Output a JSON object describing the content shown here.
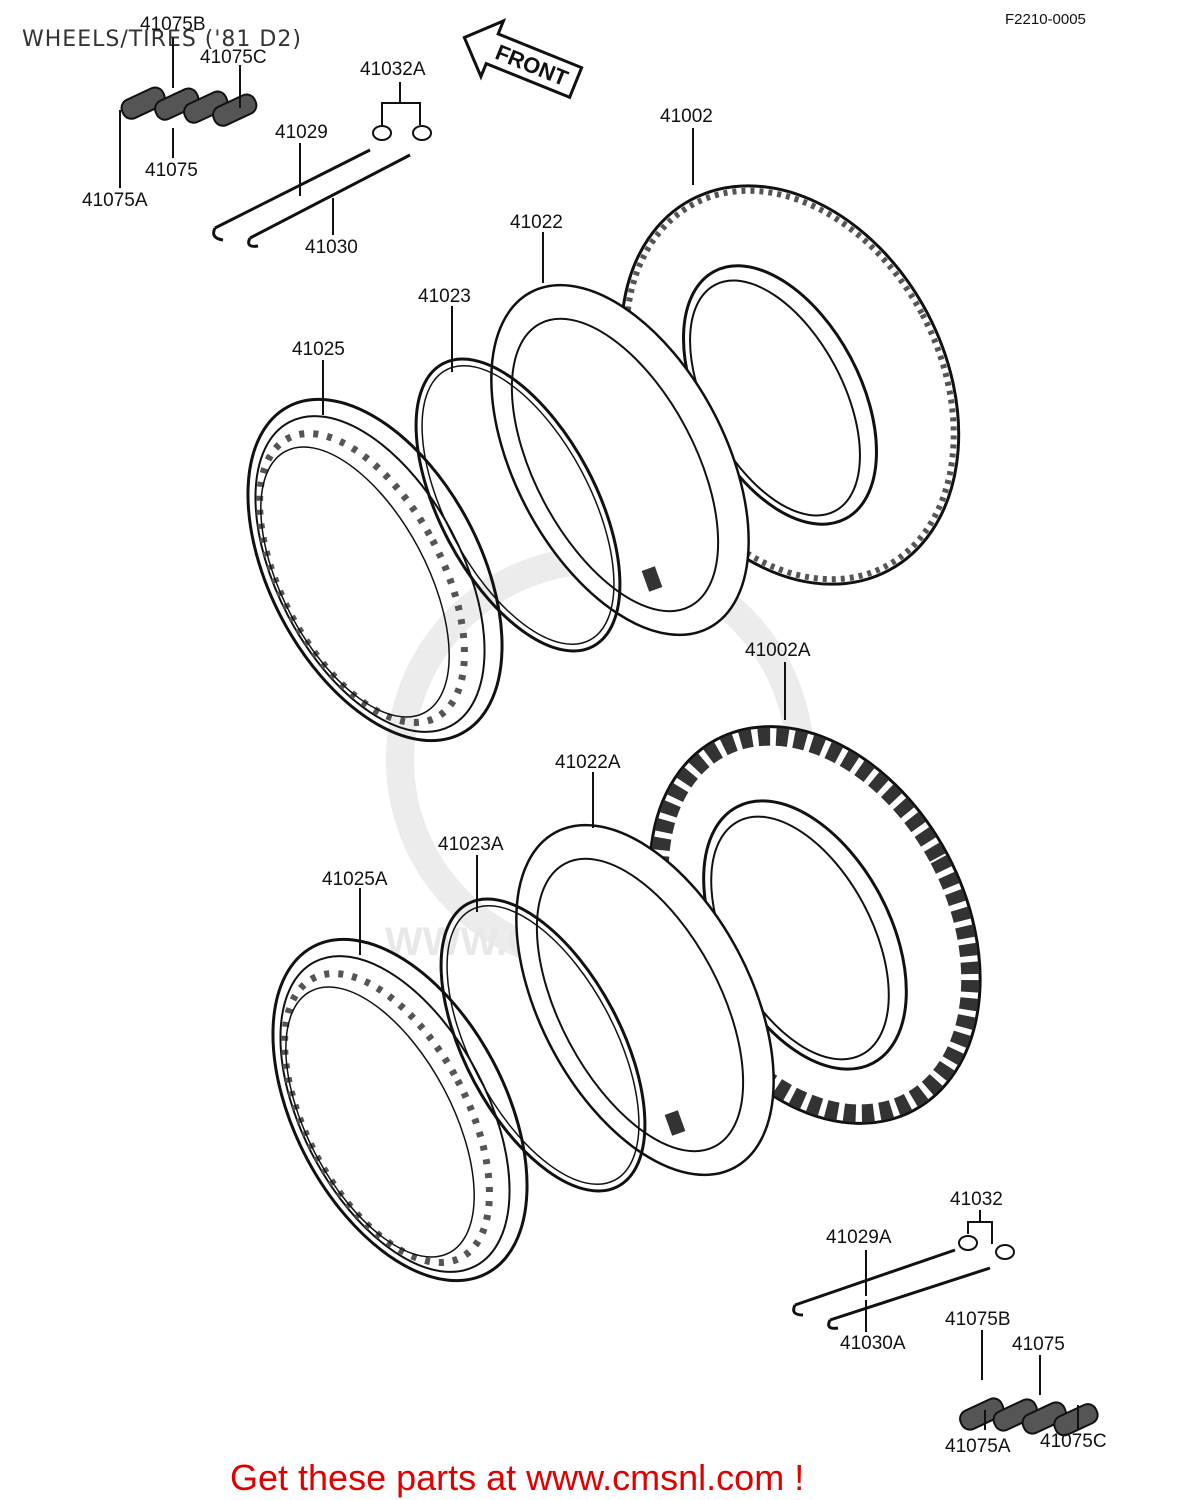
{
  "header": {
    "title": "WHEELS/TIRES ('81 D2)",
    "figure_code": "F2210-0005"
  },
  "direction_arrow": {
    "label": "FRONT"
  },
  "watermark": {
    "text": "WWW.CMSNL.COM"
  },
  "footer": {
    "text": "Get these parts at www.cmsnl.com !",
    "color": "#e00000"
  },
  "labels": {
    "41075B_top": "41075B",
    "41075C_top": "41075C",
    "41075_top": "41075",
    "41075A_top": "41075A",
    "41032A": "41032A",
    "41029": "41029",
    "41030": "41030",
    "41002": "41002",
    "41022": "41022",
    "41023": "41023",
    "41025": "41025",
    "41002A": "41002A",
    "41022A": "41022A",
    "41023A": "41023A",
    "41025A": "41025A",
    "41032": "41032",
    "41029A": "41029A",
    "41030A": "41030A",
    "41075B_bottom": "41075B",
    "41075_bottom": "41075",
    "41075A_bottom": "41075A",
    "41075C_bottom": "41075C"
  }
}
